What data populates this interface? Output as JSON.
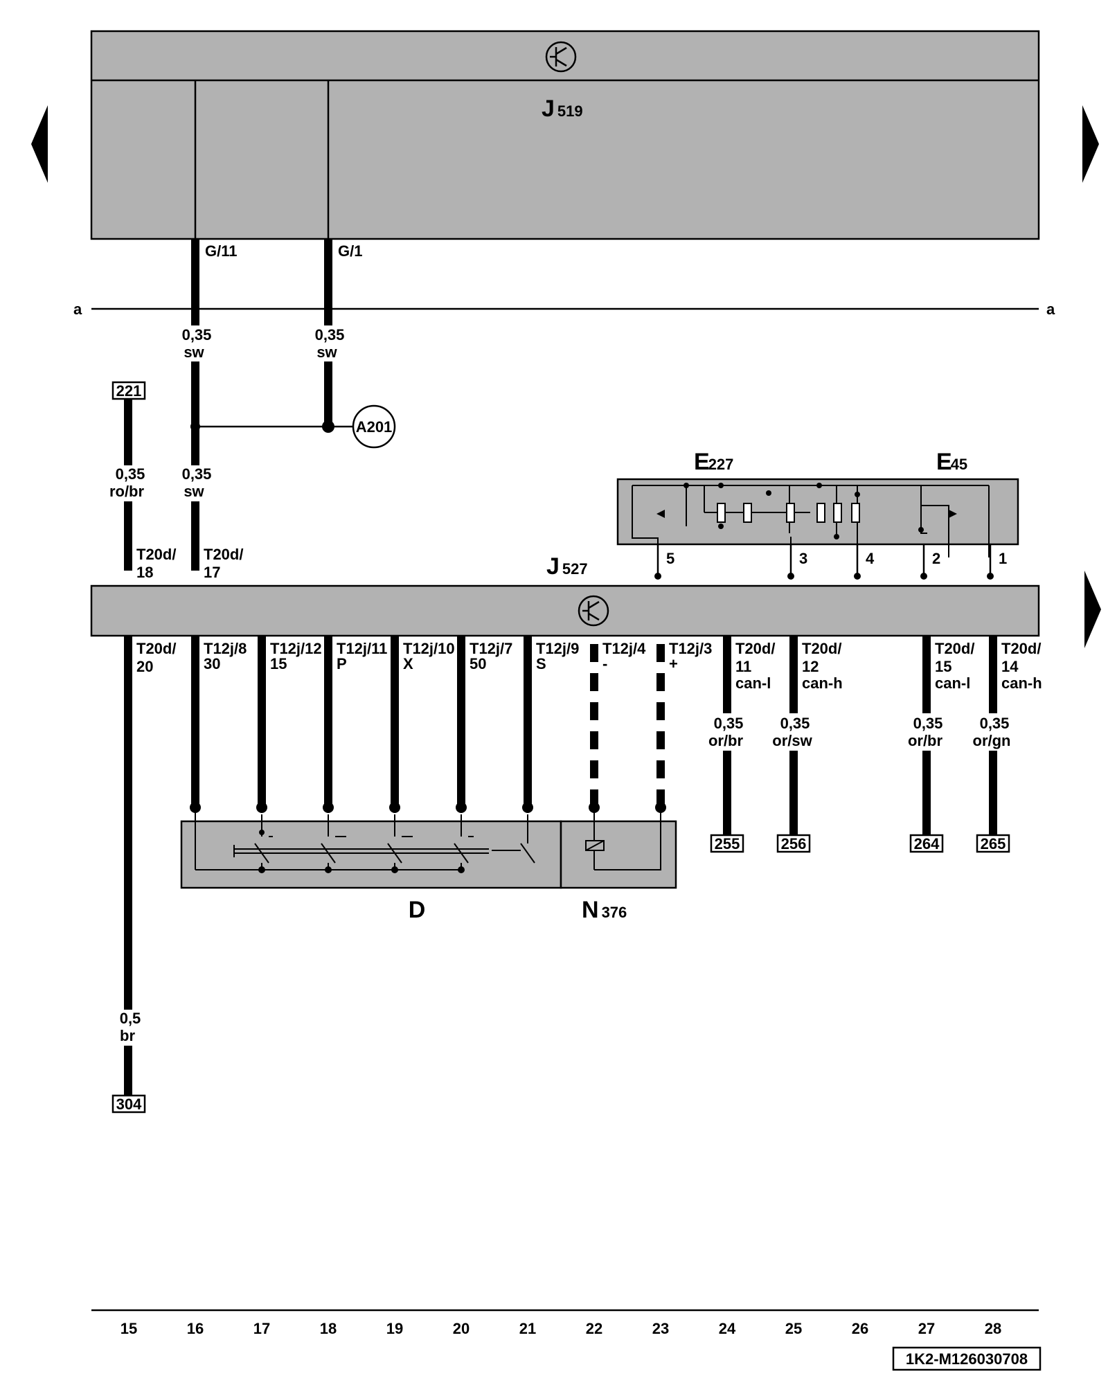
{
  "components": {
    "j519": {
      "letter": "J",
      "sub": "519"
    },
    "j527": {
      "letter": "J",
      "sub": "527"
    },
    "e227": {
      "letter": "E",
      "sub": "227"
    },
    "e45": {
      "letter": "E",
      "sub": "45"
    },
    "d": {
      "letter": "D"
    },
    "n376": {
      "letter": "N",
      "sub": "376"
    },
    "a201": "A201"
  },
  "separator_label": "a",
  "connectors_top": {
    "g11": "G/11",
    "g1": "G/1"
  },
  "wires": {
    "w16a": {
      "size": "0,35",
      "color": "sw"
    },
    "w18a": {
      "size": "0,35",
      "color": "sw"
    },
    "w15a": {
      "size": "0,35",
      "color": "ro/br"
    },
    "w16b": {
      "size": "0,35",
      "color": "sw"
    },
    "w15b": {
      "size": "0,5",
      "color": "br"
    },
    "w24": {
      "size": "0,35",
      "color": "or/br"
    },
    "w25": {
      "size": "0,35",
      "color": "or/sw"
    },
    "w27": {
      "size": "0,35",
      "color": "or/br"
    },
    "w28": {
      "size": "0,35",
      "color": "or/gn"
    }
  },
  "pins_upper": {
    "p15": {
      "l1": "T20d/",
      "l2": "18"
    },
    "p16": {
      "l1": "T20d/",
      "l2": "17"
    },
    "p5": "5",
    "p3": "3",
    "p4": "4",
    "p2": "2",
    "p1": "1"
  },
  "pins_lower": {
    "p15": {
      "l1": "T20d/",
      "l2": "20"
    },
    "p16": {
      "l1": "T12j/8",
      "l2": "30"
    },
    "p17": {
      "l1": "T12j/12",
      "l2": "15"
    },
    "p18": {
      "l1": "T12j/11",
      "l2": "P"
    },
    "p19": {
      "l1": "T12j/10",
      "l2": "X"
    },
    "p20": {
      "l1": "T12j/7",
      "l2": "50"
    },
    "p21": {
      "l1": "T12j/9",
      "l2": "S"
    },
    "p22": {
      "l1": "T12j/4",
      "l2": "-"
    },
    "p23": {
      "l1": "T12j/3",
      "l2": "+"
    },
    "p24": {
      "l1": "T20d/",
      "l2": "11",
      "l3": "can-l"
    },
    "p25": {
      "l1": "T20d/",
      "l2": "12",
      "l3": "can-h"
    },
    "p27": {
      "l1": "T20d/",
      "l2": "15",
      "l3": "can-l"
    },
    "p28": {
      "l1": "T20d/",
      "l2": "14",
      "l3": "can-h"
    }
  },
  "references": {
    "r221": "221",
    "r304": "304",
    "r255": "255",
    "r256": "256",
    "r264": "264",
    "r265": "265"
  },
  "columns": [
    "15",
    "16",
    "17",
    "18",
    "19",
    "20",
    "21",
    "22",
    "23",
    "24",
    "25",
    "26",
    "27",
    "28"
  ],
  "footer_code": "1K2-M126030708"
}
